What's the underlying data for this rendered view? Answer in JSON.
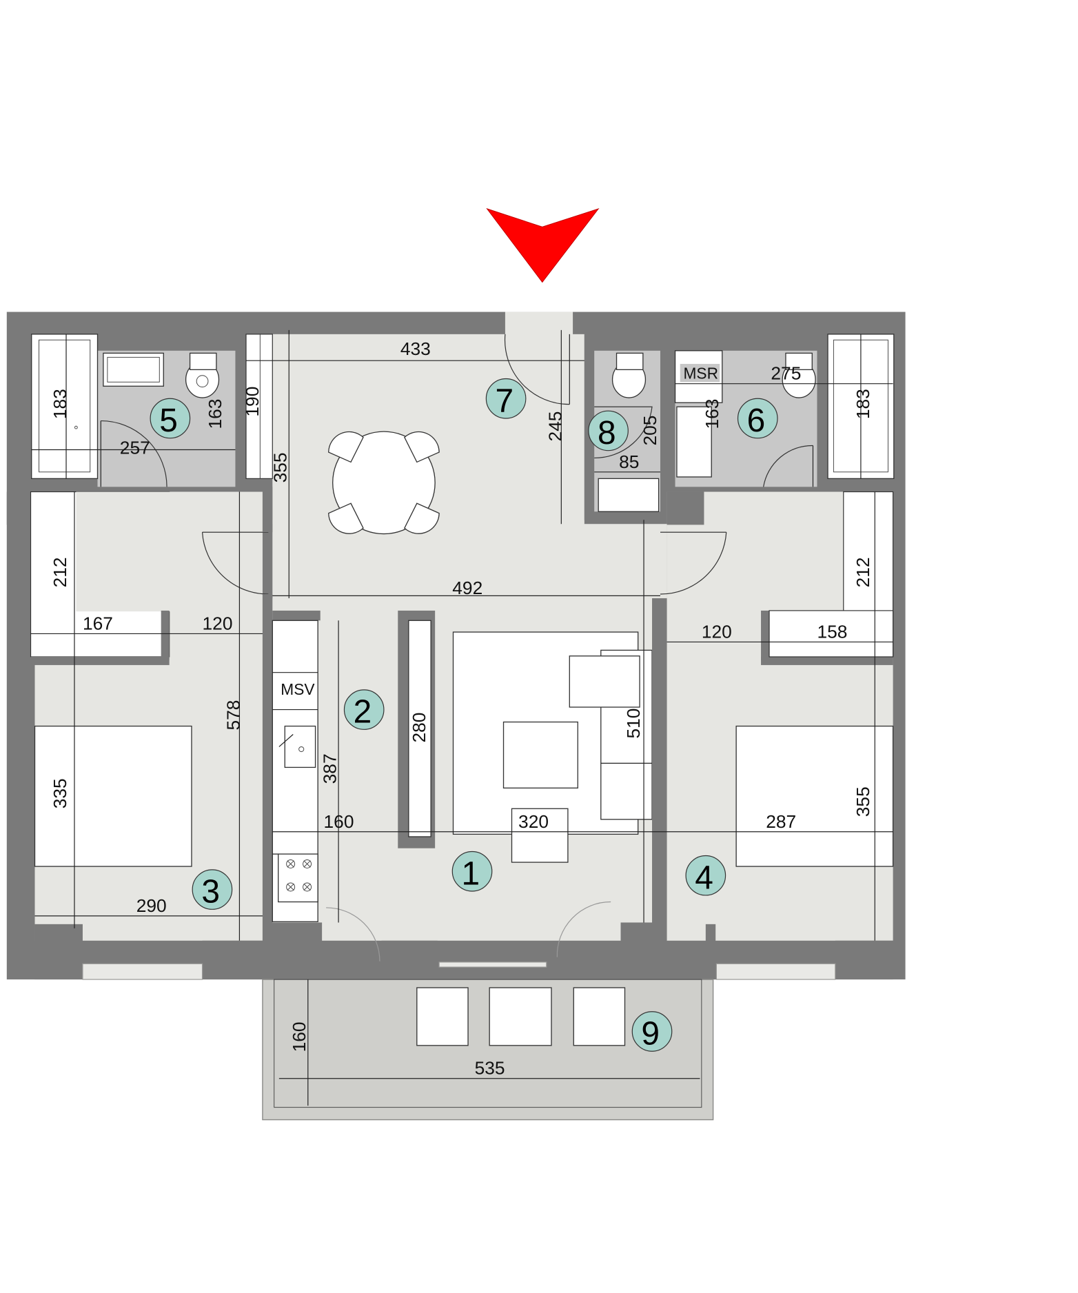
{
  "plan": {
    "type": "apartment floor plan",
    "colors": {
      "wall": "#7a7a7a",
      "floor": "#e6e6e2",
      "wet_room": "#c8c8c8",
      "balcony": "#cfcfcb",
      "room_marker": "#a8d5cd",
      "entrance_arrow": "#ff0000"
    },
    "entrance_arrow": {
      "icon": "entrance-arrow-icon",
      "direction": "down"
    },
    "rooms": [
      {
        "number": "1",
        "name": "living-room"
      },
      {
        "number": "2",
        "name": "kitchen"
      },
      {
        "number": "3",
        "name": "bedroom-left"
      },
      {
        "number": "4",
        "name": "bedroom-right"
      },
      {
        "number": "5",
        "name": "bathroom-left"
      },
      {
        "number": "6",
        "name": "bathroom-right"
      },
      {
        "number": "7",
        "name": "hall-dining"
      },
      {
        "number": "8",
        "name": "wc"
      },
      {
        "number": "9",
        "name": "balcony"
      }
    ],
    "appliance_labels": {
      "msv": "MSV",
      "msr": "MSR"
    },
    "dimensions": {
      "hall_width": "433",
      "hall_wardrobe_depth": "190",
      "hall_side": "355",
      "hall_depth": "245",
      "wc_height": "205",
      "wc_width": "85",
      "bath6_width": "275",
      "bath6_height": "163",
      "bath6_tub": "183",
      "bath5_tub": "183",
      "bath5_height": "163",
      "bath5_width": "257",
      "living_width": "492",
      "bed3_wardrobe_h": "212",
      "bed3_wardrobe_w": "167",
      "bed3_pass_w": "120",
      "bed3_total_h": "578",
      "bed3_h": "335",
      "bed3_w": "290",
      "kitchen_len": "387",
      "kitchen_w": "160",
      "partition": "280",
      "living_h": "510",
      "living_w": "320",
      "bed4_wardrobe_h": "212",
      "bed4_pass_w": "120",
      "bed4_wardrobe_w": "158",
      "bed4_w": "287",
      "bed4_h": "355",
      "balcony_h": "160",
      "balcony_w": "535"
    }
  }
}
